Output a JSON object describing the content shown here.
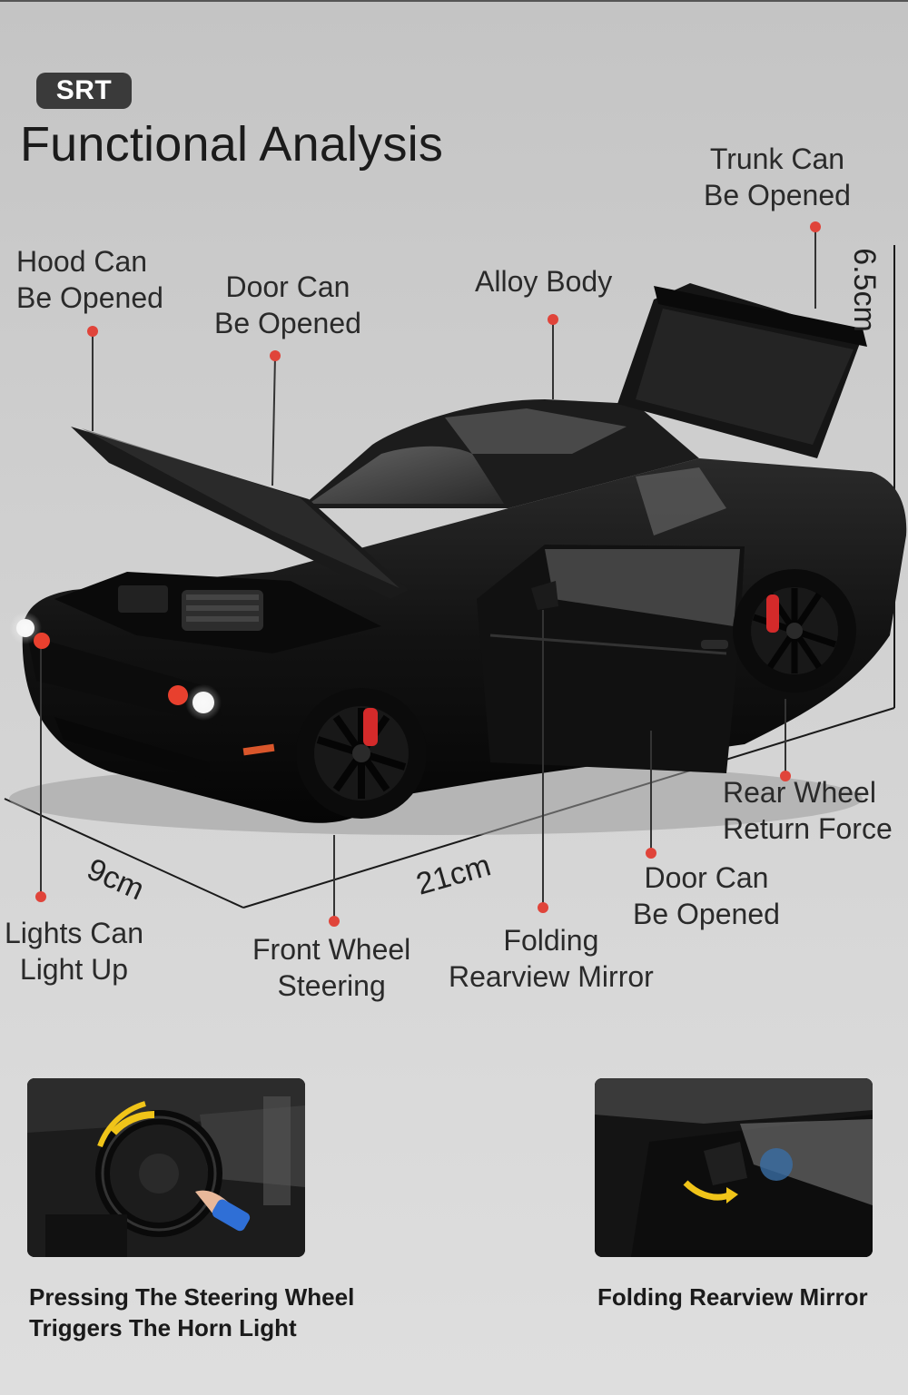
{
  "brand_badge": "SRT",
  "title": "Functional Analysis",
  "callouts": {
    "hood": [
      "Hood Can",
      "Be Opened"
    ],
    "door_top": [
      "Door Can",
      "Be Opened"
    ],
    "alloy": [
      "Alloy Body"
    ],
    "trunk": [
      "Trunk Can",
      "Be Opened"
    ],
    "rear_wheel": [
      "Rear Wheel",
      "Return Force"
    ],
    "door_bottom": [
      "Door Can",
      "Be Opened"
    ],
    "lights": [
      "Lights Can",
      "Light Up"
    ],
    "front_wheel": [
      "Front Wheel",
      "Steering"
    ],
    "mirror": [
      "Folding",
      "Rearview Mirror"
    ]
  },
  "dimensions": {
    "height": "6.5cm",
    "width": "9cm",
    "length": "21cm"
  },
  "captions": {
    "steering": [
      "Pressing The Steering Wheel",
      "Triggers The Horn Light"
    ],
    "mirror": [
      "Folding Rearview Mirror"
    ]
  },
  "colors": {
    "dot": "#e0443a",
    "car": "#141414",
    "caliper": "#d42a2a"
  }
}
